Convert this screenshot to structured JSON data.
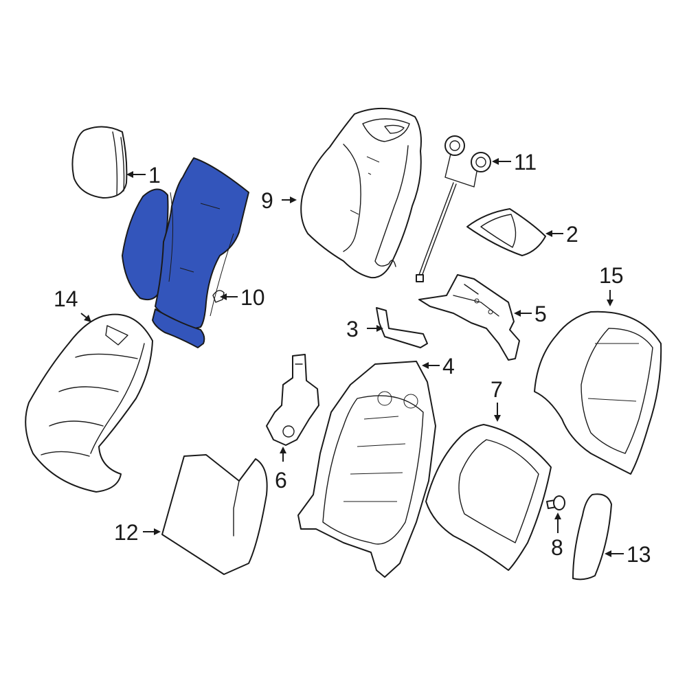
{
  "highlight_color": "#3355bb",
  "callouts": [
    {
      "id": "1",
      "label": "1"
    },
    {
      "id": "2",
      "label": "2"
    },
    {
      "id": "3",
      "label": "3"
    },
    {
      "id": "4",
      "label": "4"
    },
    {
      "id": "5",
      "label": "5"
    },
    {
      "id": "6",
      "label": "6"
    },
    {
      "id": "7",
      "label": "7"
    },
    {
      "id": "8",
      "label": "8"
    },
    {
      "id": "9",
      "label": "9"
    },
    {
      "id": "10",
      "label": "10"
    },
    {
      "id": "11",
      "label": "11"
    },
    {
      "id": "12",
      "label": "12"
    },
    {
      "id": "13",
      "label": "13"
    },
    {
      "id": "14",
      "label": "14"
    },
    {
      "id": "15",
      "label": "15"
    }
  ],
  "highlighted_part": "10"
}
